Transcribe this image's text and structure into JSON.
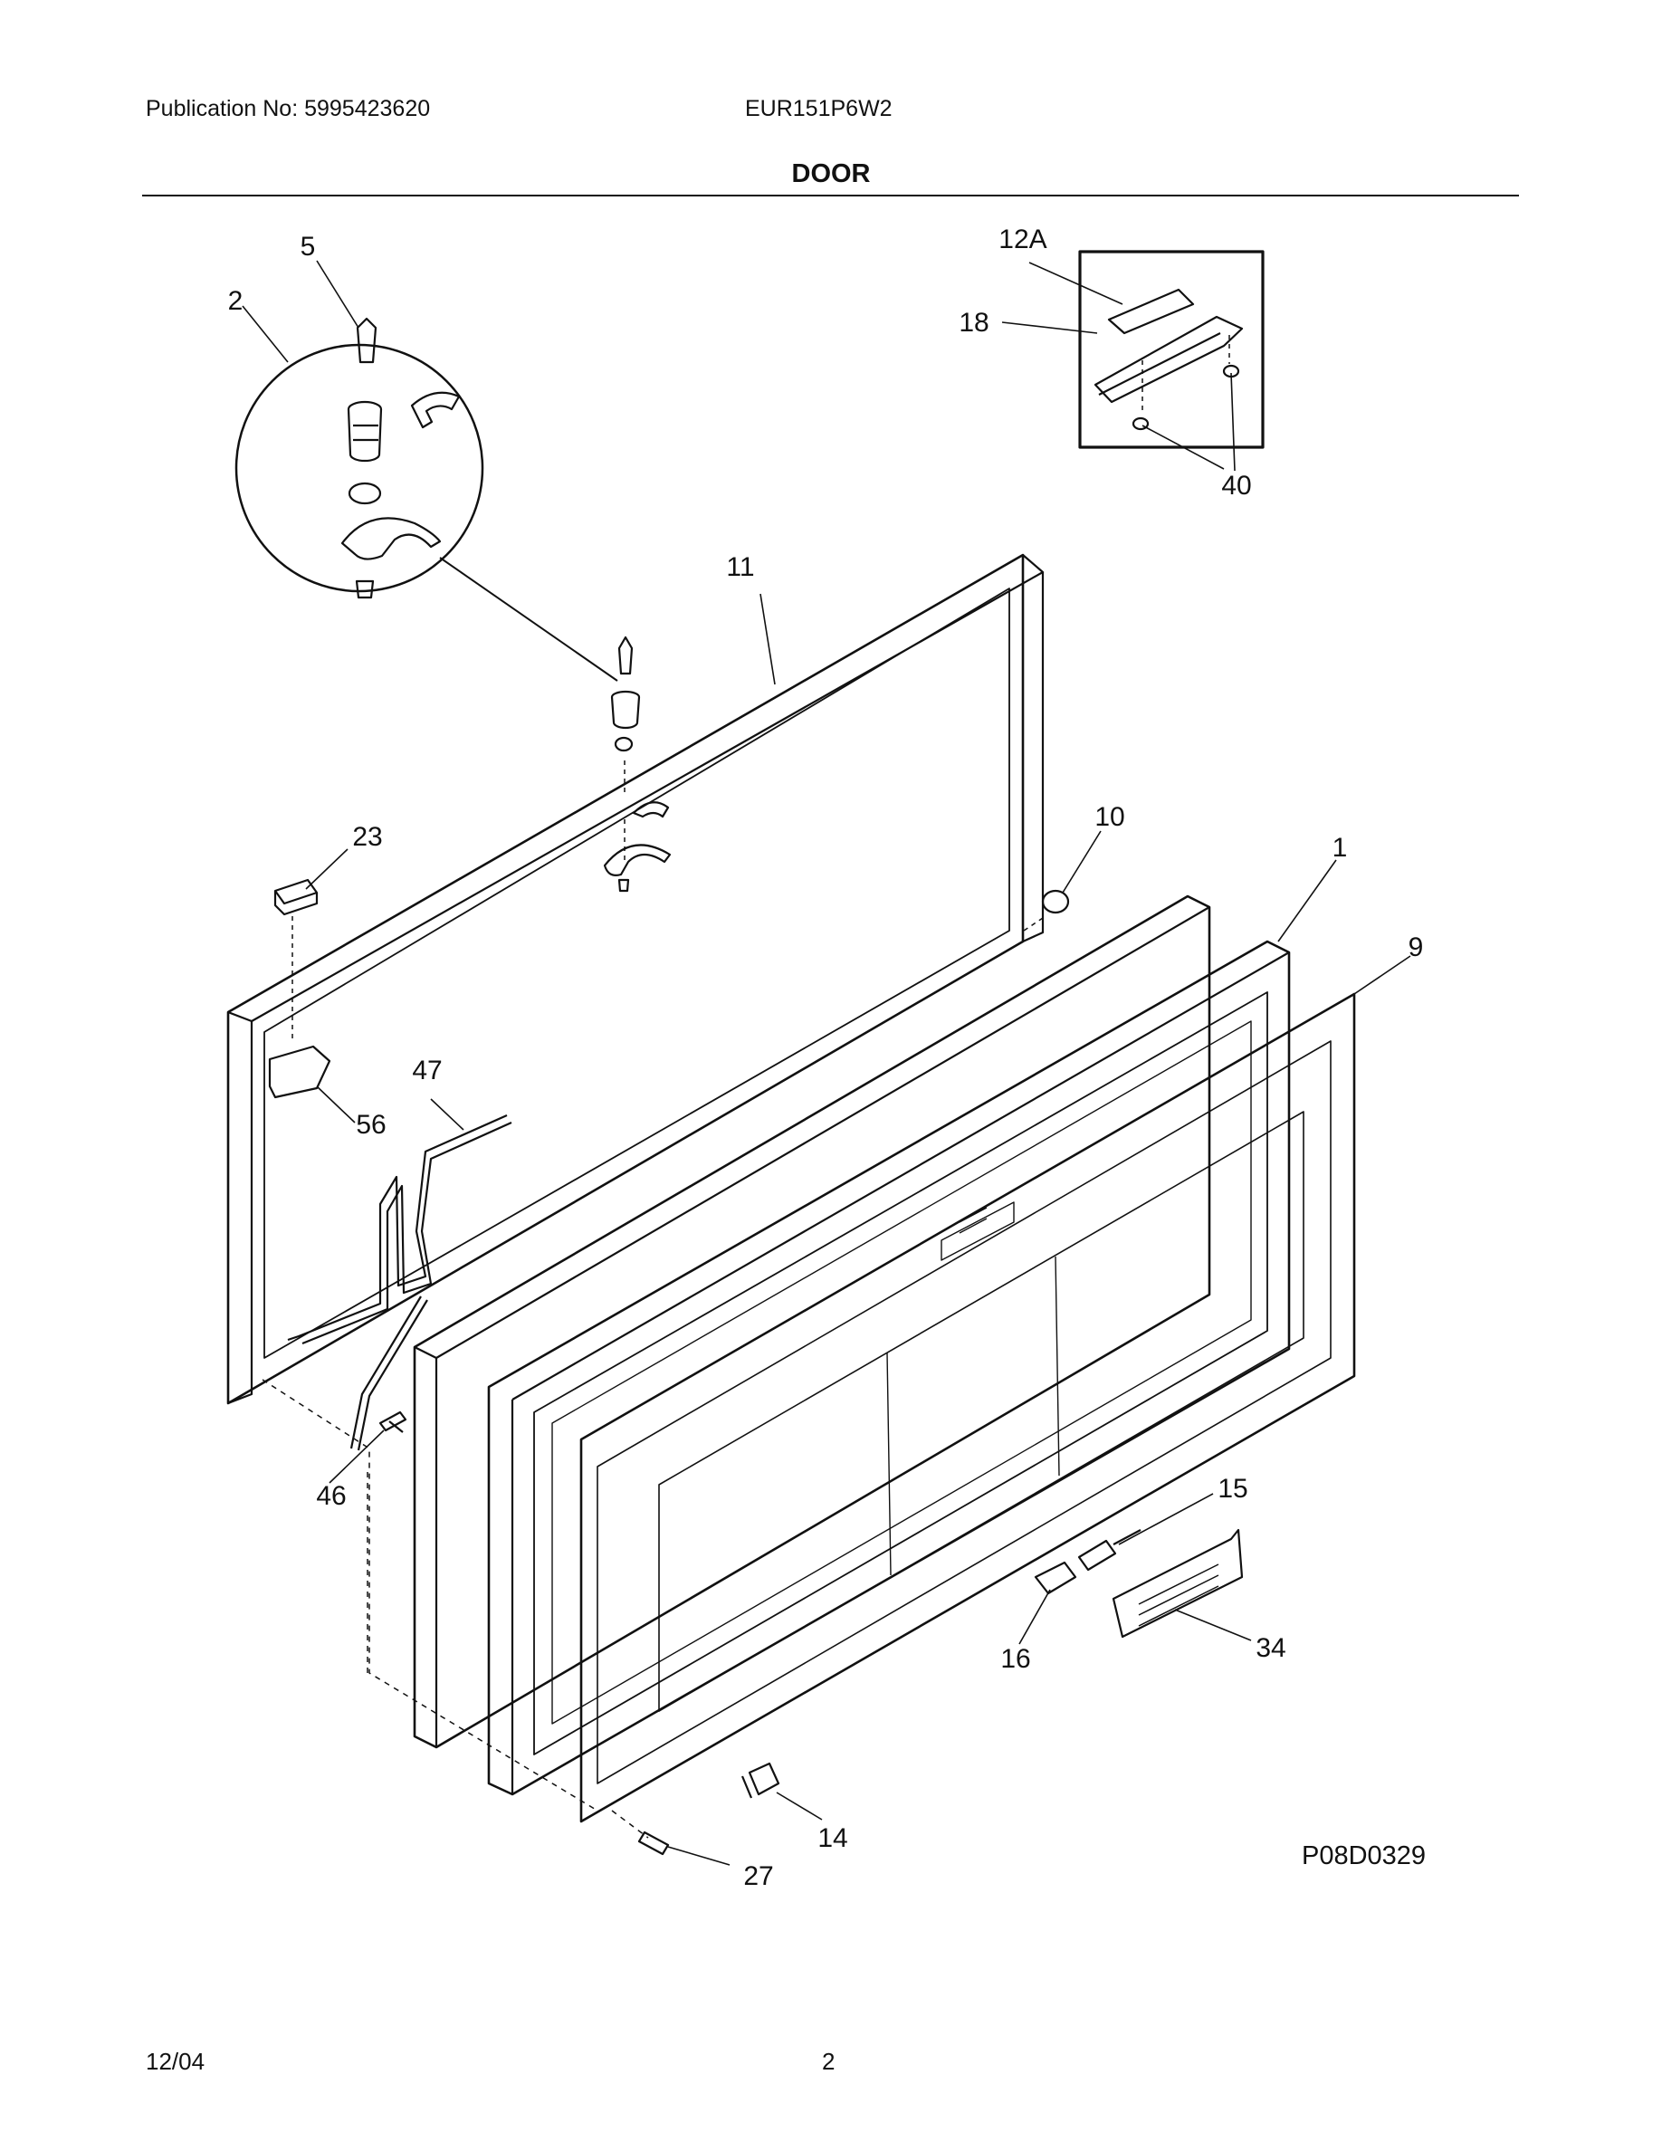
{
  "header": {
    "publication": "Publication No: 5995423620",
    "model": "EUR151P6W2",
    "section_title": "DOOR"
  },
  "diagram": {
    "figure_code": "P08D0329",
    "callouts": [
      "5",
      "2",
      "12A",
      "18",
      "40",
      "11",
      "23",
      "10",
      "1",
      "9",
      "47",
      "56",
      "46",
      "15",
      "34",
      "16",
      "14",
      "27"
    ]
  },
  "footer": {
    "date": "12/04",
    "page": "2"
  }
}
